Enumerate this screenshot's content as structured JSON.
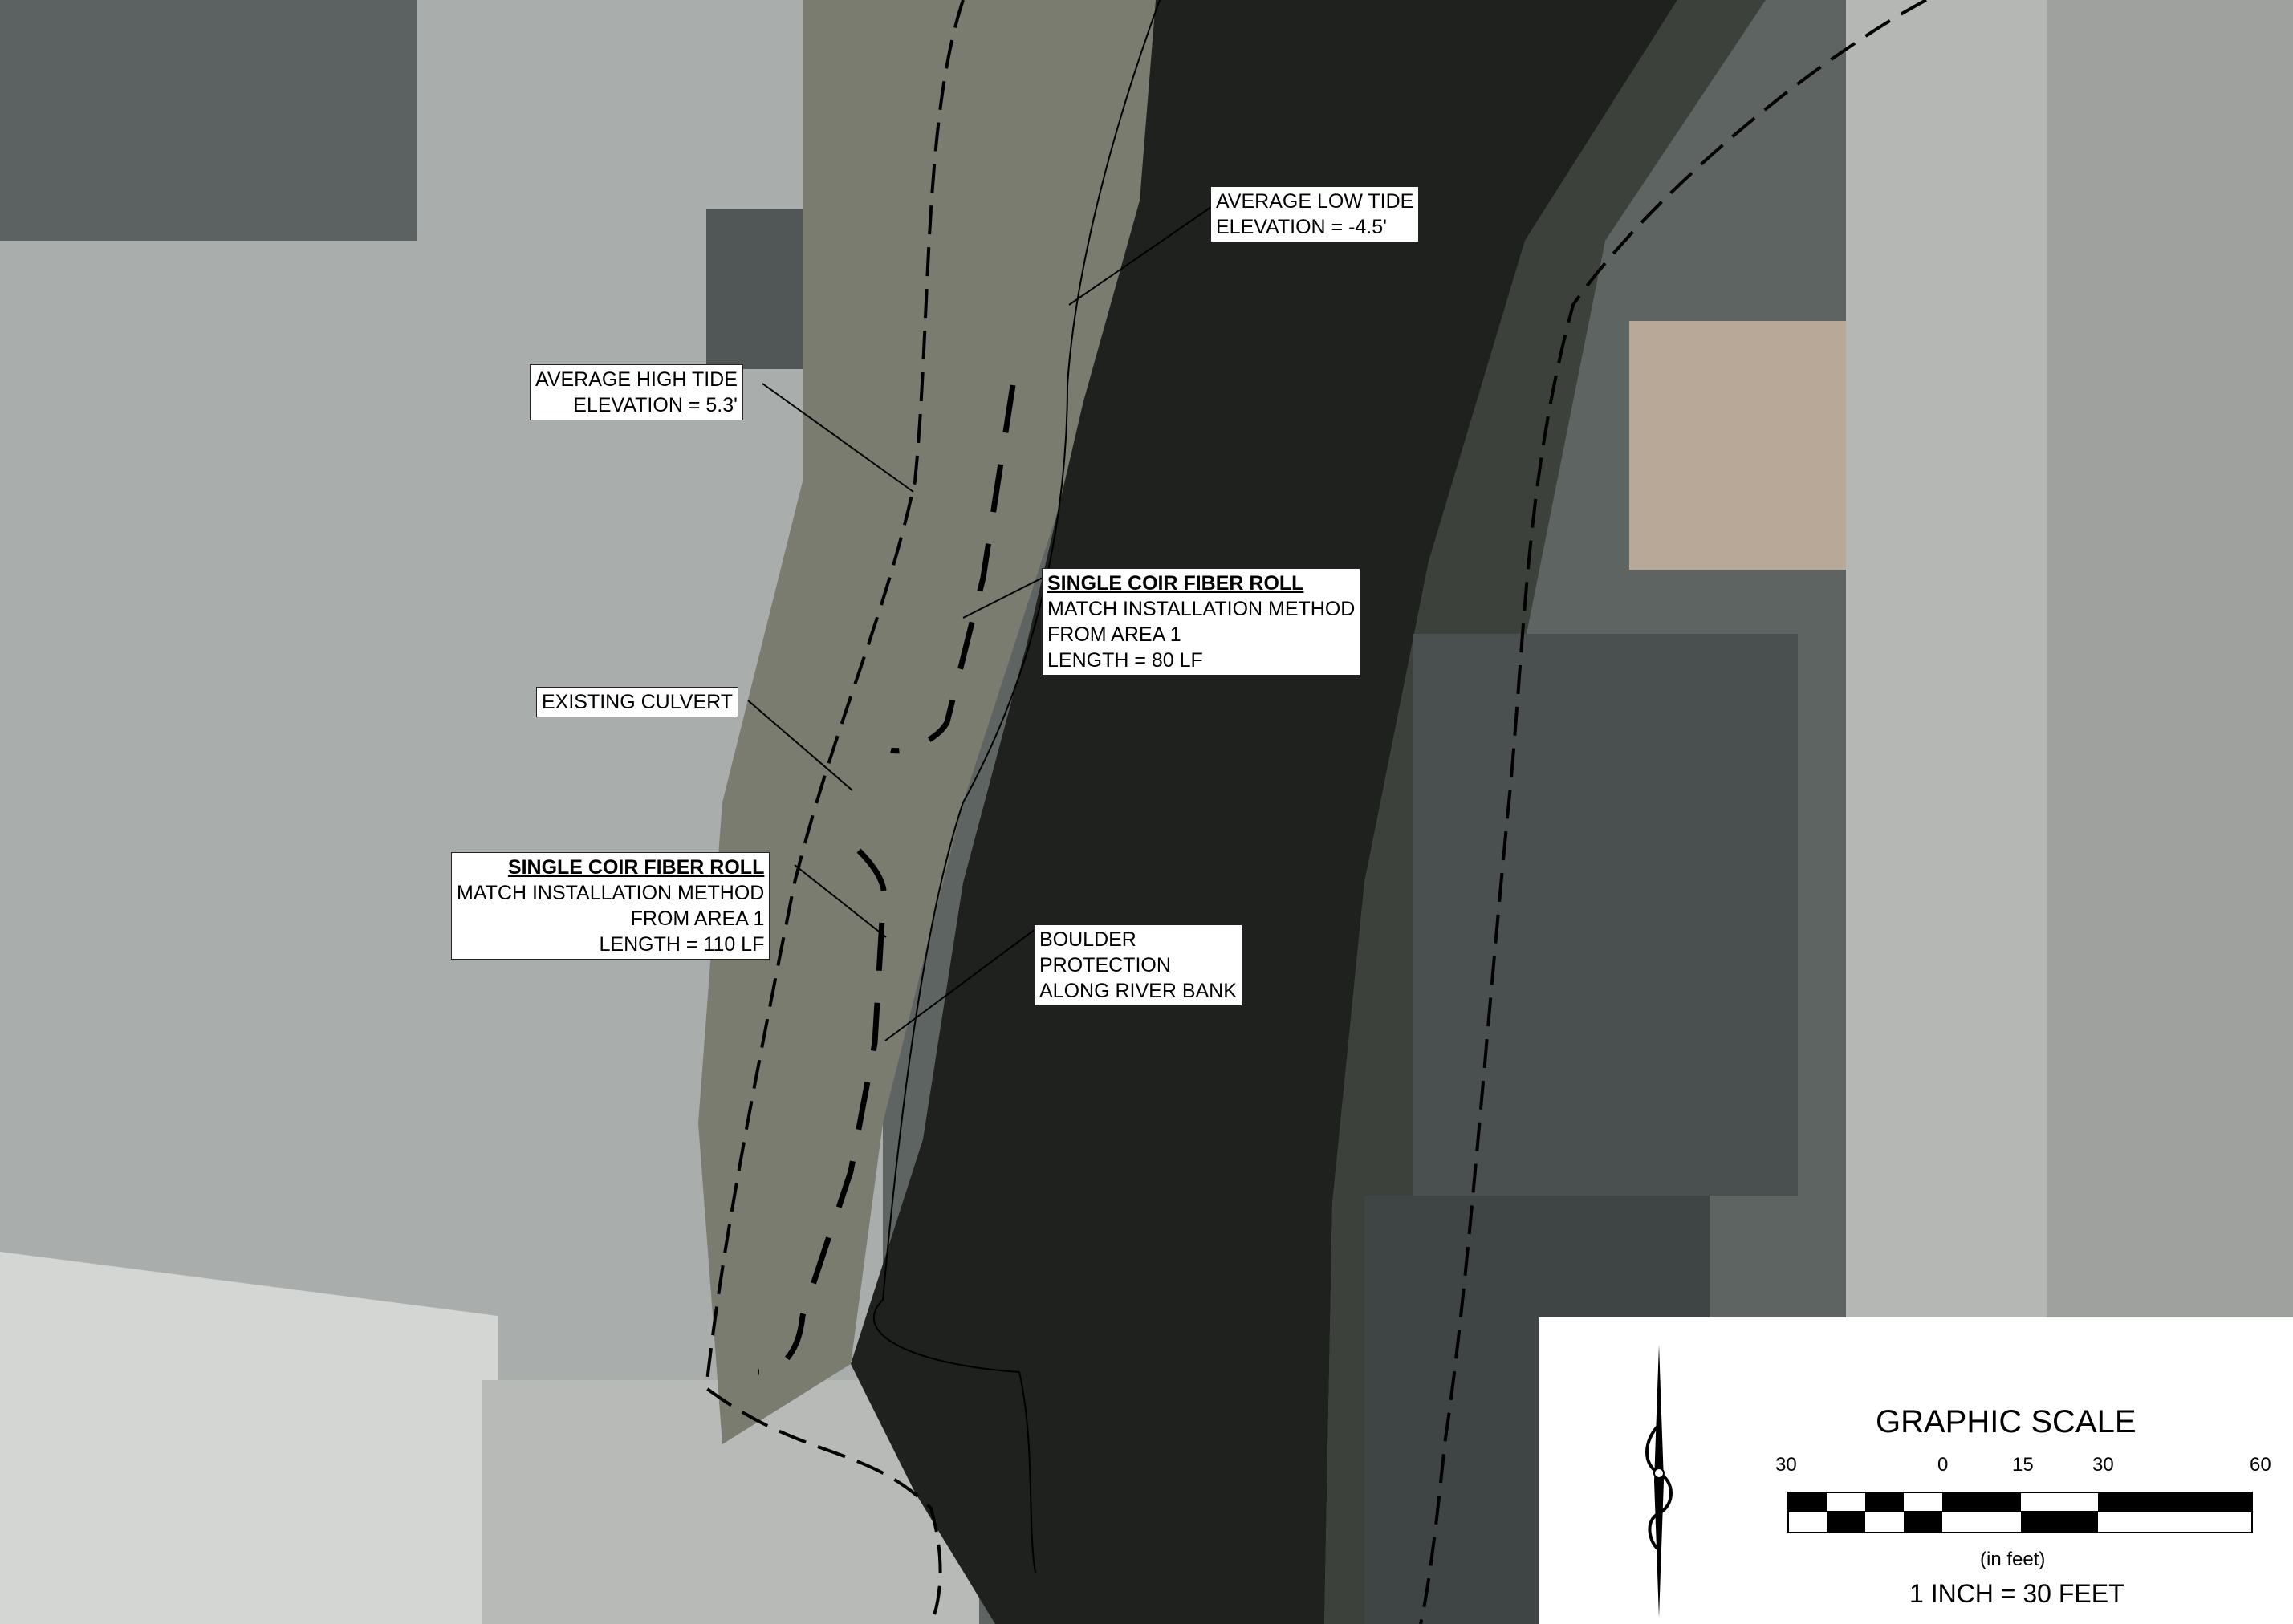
{
  "labels": {
    "low_tide": {
      "line1": "AVERAGE LOW TIDE",
      "line2": "ELEVATION = -4.5'"
    },
    "high_tide": {
      "line1": "AVERAGE HIGH TIDE",
      "line2": "ELEVATION = 5.3'"
    },
    "coir_roll_1": {
      "title": "SINGLE COIR FIBER ROLL",
      "line2": "MATCH INSTALLATION METHOD",
      "line3": "FROM AREA 1",
      "line4": "LENGTH = 80 LF"
    },
    "existing_culvert": {
      "text": "EXISTING CULVERT"
    },
    "coir_roll_2": {
      "title": "SINGLE COIR FIBER ROLL",
      "line2": "MATCH INSTALLATION METHOD",
      "line3": "FROM AREA 1",
      "line4": "LENGTH = 110 LF"
    },
    "boulder": {
      "line1": "BOULDER",
      "line2": "PROTECTION",
      "line3": "ALONG RIVER BANK"
    }
  },
  "scale": {
    "title": "GRAPHIC SCALE",
    "ticks": [
      "30",
      "0",
      "15",
      "30",
      "60"
    ],
    "unit": "(in feet)",
    "ratio": "1 INCH = 30 FEET"
  },
  "colors": {
    "river": "#1e211e",
    "pavement": "#a9adab",
    "vegetation": "#6b6e60",
    "roof_dark": "#4a5050",
    "roof_light": "#c8cac5",
    "roof_tan": "#b7a898",
    "boundary_line": "#000000"
  },
  "icons": [
    "north-arrow-icon",
    "scale-bar-icon"
  ]
}
